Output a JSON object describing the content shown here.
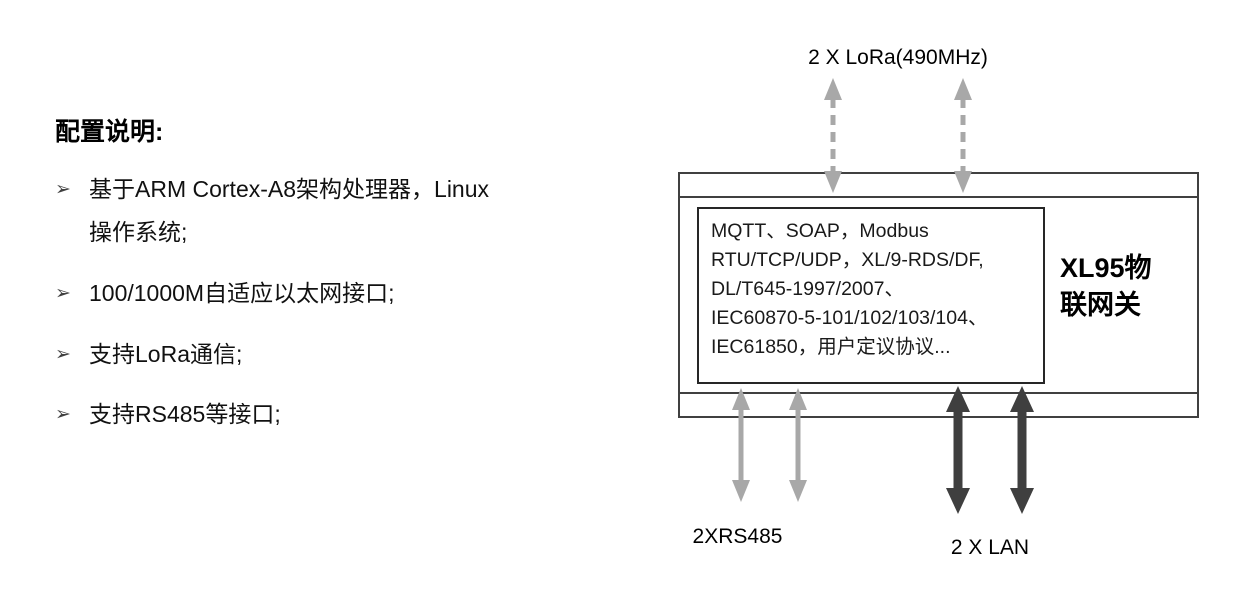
{
  "left": {
    "title": "配置说明:",
    "bullet": "➢",
    "items": [
      {
        "lines": [
          "基于ARM Cortex-A8架构处理器，Linux",
          "操作系统;"
        ]
      },
      {
        "lines": [
          "100/1000M自适应以太网接口;"
        ]
      },
      {
        "lines": [
          "支持LoRa通信;"
        ]
      },
      {
        "lines": [
          "支持RS485等接口;"
        ]
      }
    ]
  },
  "diagram": {
    "top_label": "2 X LoRa(490MHz)",
    "protocol_lines": [
      "MQTT、SOAP，Modbus",
      "RTU/TCP/UDP，XL/9-RDS/DF,",
      "DL/T645-1997/2007、",
      "IEC60870-5-101/102/103/104、",
      "IEC61850，用户定议协议..."
    ],
    "device_name_lines": [
      "XL95物",
      "联网关"
    ],
    "bottom_left_label": "2XRS485",
    "bottom_right_label": "2 X LAN",
    "colors": {
      "gray_arrow": "#a8a8a8",
      "dark_arrow": "#3f3f3f",
      "box_border": "#404040"
    }
  }
}
